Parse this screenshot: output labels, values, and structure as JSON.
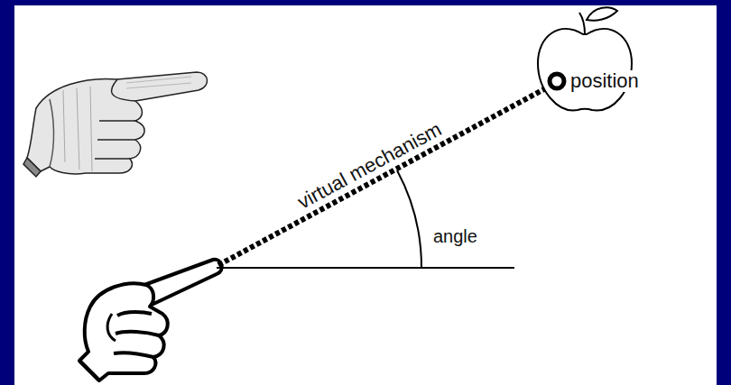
{
  "diagram": {
    "labels": [
      "virtual mechanism",
      "angle",
      "position"
    ]
  }
}
